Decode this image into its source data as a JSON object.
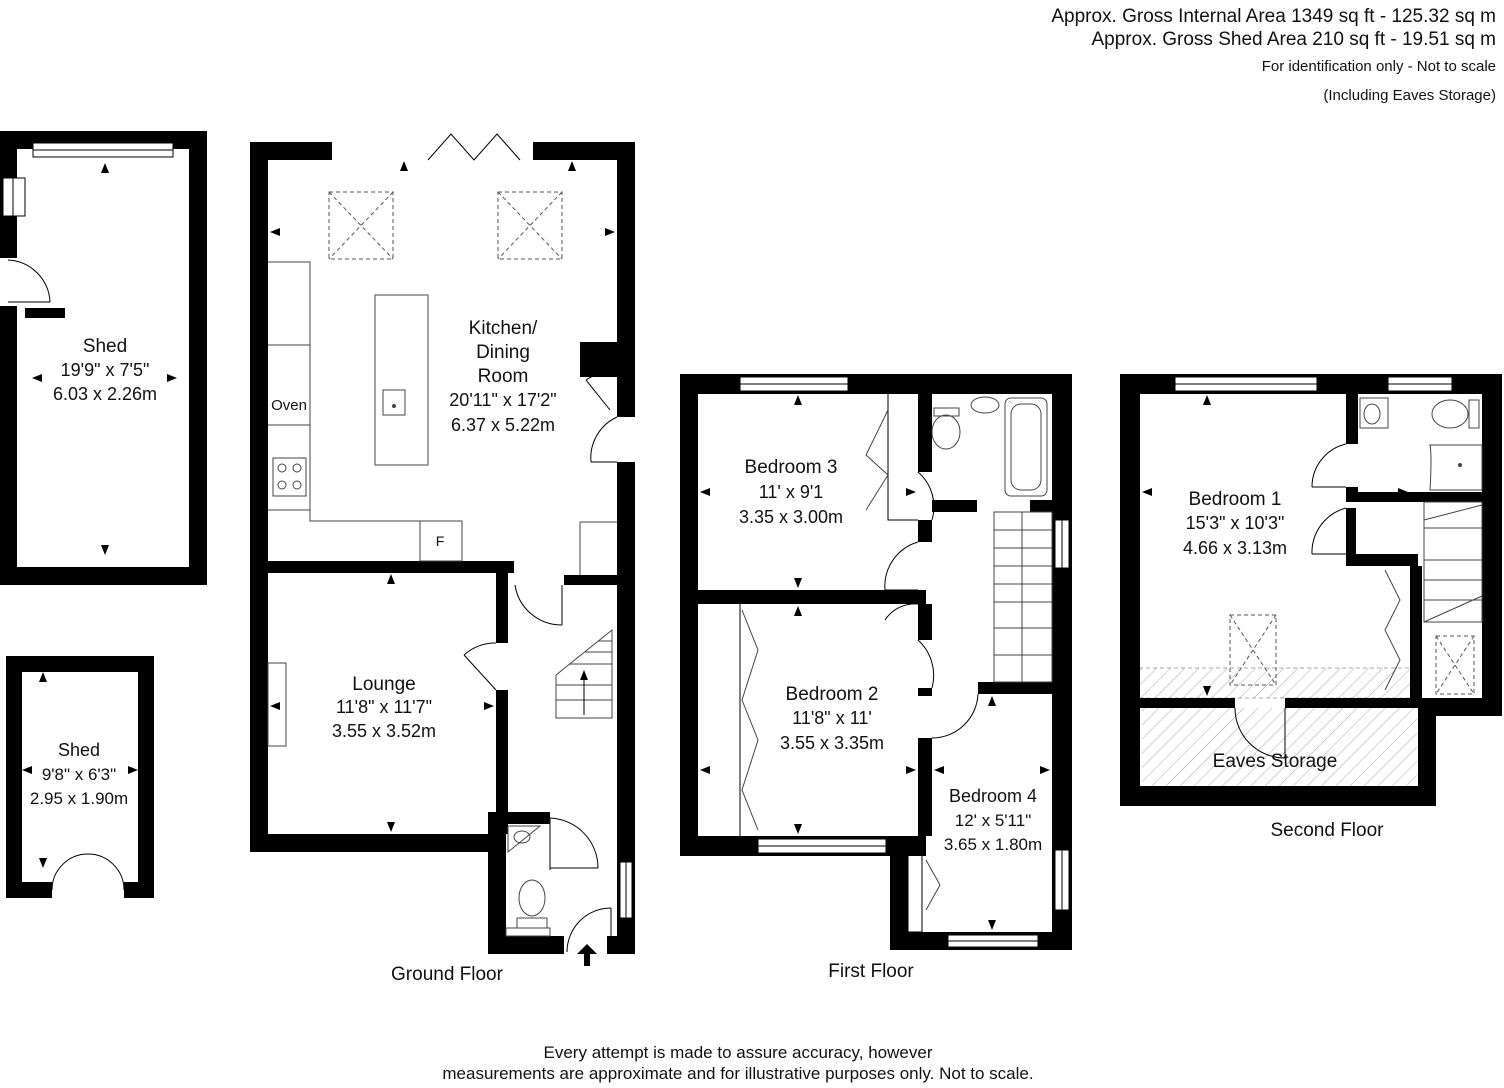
{
  "header": {
    "gross_internal": "Approx. Gross Internal Area 1349 sq ft -  125.32 sq m",
    "gross_shed": "Approx. Gross Shed  Area 210 sq ft - 19.51 sq m",
    "identification": "For identification only - Not to scale",
    "eaves_note": "(Including Eaves Storage)"
  },
  "floors": {
    "ground": "Ground Floor",
    "first": "First Floor",
    "second": "Second Floor"
  },
  "rooms": {
    "shed_large": {
      "name": "Shed",
      "imperial": "19'9\" x 7'5\"",
      "metric": "6.03 x 2.26m"
    },
    "shed_small": {
      "name": "Shed",
      "imperial": "9'8\" x 6'3\"",
      "metric": "2.95 x 1.90m"
    },
    "kitchen": {
      "name1": "Kitchen/",
      "name2": "Dining",
      "name3": "Room",
      "imperial": "20'11\" x 17'2\"",
      "metric": "6.37 x 5.22m"
    },
    "lounge": {
      "name": "Lounge",
      "imperial": "11'8\" x 11'7\"",
      "metric": "3.55 x 3.52m"
    },
    "bedroom3": {
      "name": "Bedroom 3",
      "imperial": "11' x 9'1",
      "metric": "3.35 x 3.00m"
    },
    "bedroom2": {
      "name": "Bedroom 2",
      "imperial": "11'8\" x 11'",
      "metric": "3.55 x 3.35m"
    },
    "bedroom4": {
      "name": "Bedroom 4",
      "imperial": "12' x 5'11\"",
      "metric": "3.65 x 1.80m"
    },
    "bedroom1": {
      "name": "Bedroom 1",
      "imperial": "15'3\" x 10'3\"",
      "metric": "4.66 x 3.13m"
    },
    "eaves": {
      "name": "Eaves Storage"
    }
  },
  "fixtures": {
    "oven": "Oven",
    "fridge": "F"
  },
  "footer": {
    "line1": "Every attempt is made to assure accuracy, however",
    "line2": "measurements are approximate and for illustrative purposes only. Not to scale."
  },
  "colors": {
    "wall": "#000000",
    "hatch": "#bbbbbb",
    "fixture_stroke": "#555555"
  }
}
